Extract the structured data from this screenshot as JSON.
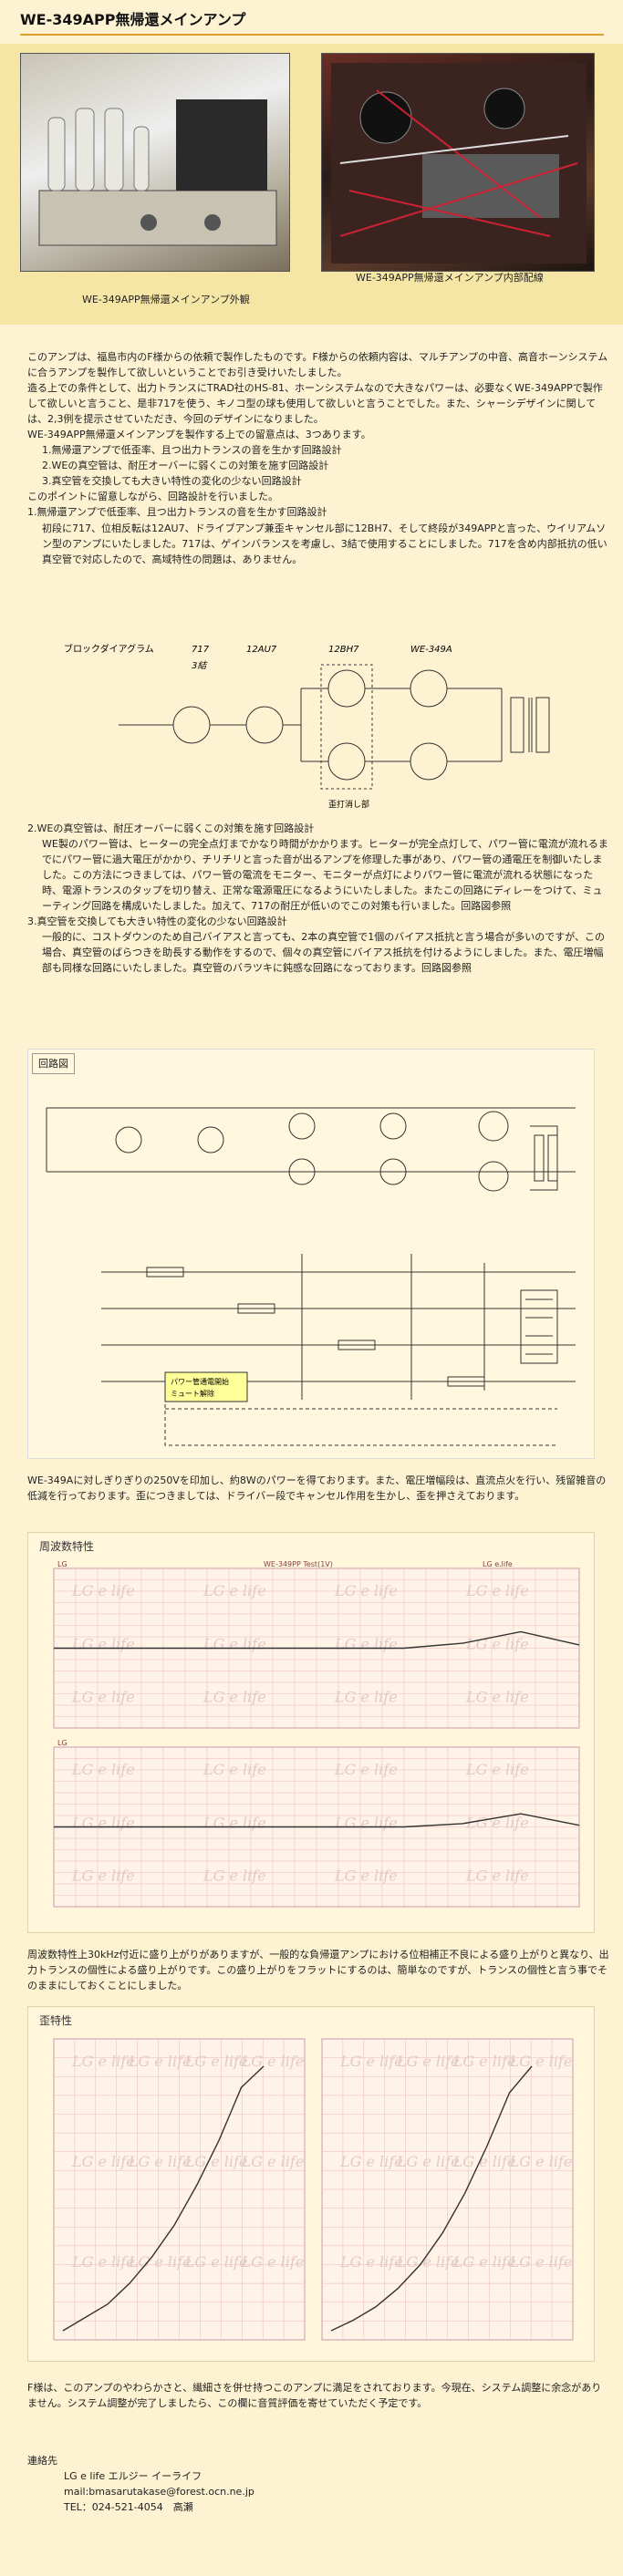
{
  "page": {
    "title": "WE-349APP無帰還メインアンプ"
  },
  "hero": {
    "caption_left": "WE-349APP無帰還メインアンプ外観",
    "caption_right": "WE-349APP無帰還メインアンプ内部配線"
  },
  "intro": {
    "p1": "このアンプは、福島市内のF様からの依頼で製作したものです。F様からの依頼内容は、マルチアンプの中音、高音ホーンシステムに合うアンプを製作して欲しいということでお引き受けいたしました。",
    "p2": "造る上での条件として、出力トランスにTRAD社のHS-81、ホーンシステムなので大きなパワーは、必要なくWE-349APPで製作して欲しいと言うこと、是非717を使う、キノコ型の球も使用して欲しいと言うことでした。また、シャーシデザインに関しては、2,3例を提示させていただき、今回のデザインになりました。",
    "p3": "WE-349APP無帰還メインアンプを製作する上での留意点は、3つあります。",
    "points": [
      "1.無帰還アンプで低歪率、且つ出力トランスの音を生かす回路設計",
      "2.WEの真空管は、耐圧オーバーに弱くこの対策を施す回路設計",
      "3.真空管を交換しても大きい特性の変化の少ない回路設計"
    ],
    "p4": "このポイントに留意しながら、回路設計を行いました。"
  },
  "section1": {
    "heading": "1.無帰還アンプで低歪率、且つ出力トランスの音を生かす回路設計",
    "body": "初段に717、位相反転は12AU7、ドライブアンプ兼歪キャンセル部に12BH7、そして終段が349APPと言った、ウイリアムソン型のアンプにいたしました。717は、ゲインバランスを考慮し、3結で使用することにしました。717を含め内部抵抗の低い真空管で対応したので、高域特性の問題は、ありません。"
  },
  "block_diagram": {
    "title": "ブロックダイアグラム",
    "tube_717": "717",
    "tube_717_note": "3結",
    "tube_12au7": "12AU7",
    "tube_12bh7": "12BH7",
    "tube_we349a": "WE-349A",
    "cancel_label": "歪打消し部"
  },
  "section2": {
    "heading": "2.WEの真空管は、耐圧オーバーに弱くこの対策を施す回路設計",
    "body": "WE製のパワー管は、ヒーターの完全点灯までかなり時間がかかります。ヒーターが完全点灯して、パワー管に電流が流れるまでにパワー管に過大電圧がかかり、チリチリと言った音が出るアンプを修理した事があり、パワー管の通電圧を制御いたしました。この方法につきましては、パワー管の電流をモニター、モニターが点灯によりパワー管に電流が流れる状態になった時、電源トランスのタップを切り替え、正常な電源電圧になるようにいたしました。またこの回路にディレーをつけて、ミューティング回路を構成いたしました。加えて、717の耐圧が低いのでこの対策も行いました。回路図参照"
  },
  "section3": {
    "heading": "3.真空管を交換しても大きい特性の変化の少ない回路設計",
    "body": "一般的に、コストダウンのため自己バイアスと言っても、2本の真空管で1個のバイアス抵抗と言う場合が多いのですが、この場合、真空管のばらつきを助長する動作をするので、個々の真空管にバイアス抵抗を付けるようにしました。また、電圧増幅部も同様な回路にいたしました。真空管のバラツキに鈍感な回路になっております。回路図参照"
  },
  "schematic": {
    "title": "回路図",
    "note_line1": "パワー管通電開始",
    "note_line2": "ミュート解除"
  },
  "after_schematic": {
    "body": "WE-349Aに対しぎりぎりの250Vを印加し、約8Wのパワーを得ております。また、電圧増幅段は、直流点火を行い、残留雑音の低減を行っております。歪につきましては、ドライバー段でキャンセル作用を生かし、歪を押さえております。"
  },
  "freq": {
    "title": "周波数特性",
    "chart1_header_left": "LG",
    "chart1_header_mid": "WE-349PP Test(1V)",
    "chart1_header_right": "LG e.life",
    "chart2_header_left": "LG",
    "watermark": "LG e life"
  },
  "after_freq": {
    "body": "周波数特性上30kHz付近に盛り上がりがありますが、一般的な負帰還アンプにおける位相補正不良による盛り上がりと異なり、出力トランスの個性による盛り上がりです。この盛り上がりをフラットにするのは、簡単なのですが、トランスの個性と言う事でそのままにしておくことにしました。"
  },
  "distortion": {
    "title": "歪特性",
    "watermark": "LG e life"
  },
  "closing": {
    "body": "F様は、このアンプのやわらかさと、繊細さを併せ持つこのアンプに満足をされております。今現在、システム調整に余念がありません。システム調整が完了しましたら、この欄に音質評価を寄せていただく予定です。"
  },
  "contact": {
    "title": "連絡先",
    "line1": "LG e life エルジー イーライフ",
    "line2": "mail:bmasarutakase@forest.ocn.ne.jp",
    "line3": "TEL：024-521-4054　高瀬"
  },
  "freq_chart_data": {
    "type": "line",
    "series": [
      {
        "values": [
          0.0,
          0.0,
          0.0,
          0.0,
          0.0,
          0.0,
          0.0,
          0.3,
          1.0,
          0.2
        ]
      },
      {
        "values": [
          0.0,
          0.0,
          0.0,
          0.0,
          0.0,
          0.0,
          0.0,
          0.2,
          0.8,
          0.1
        ]
      }
    ]
  },
  "distortion_chart_data": {
    "type": "line",
    "series": [
      {
        "values": [
          0.0,
          0.05,
          0.1,
          0.18,
          0.28,
          0.4,
          0.55,
          0.72,
          0.92,
          1.0
        ]
      },
      {
        "values": [
          0.0,
          0.04,
          0.09,
          0.16,
          0.25,
          0.37,
          0.52,
          0.7,
          0.9,
          1.0
        ]
      }
    ]
  }
}
